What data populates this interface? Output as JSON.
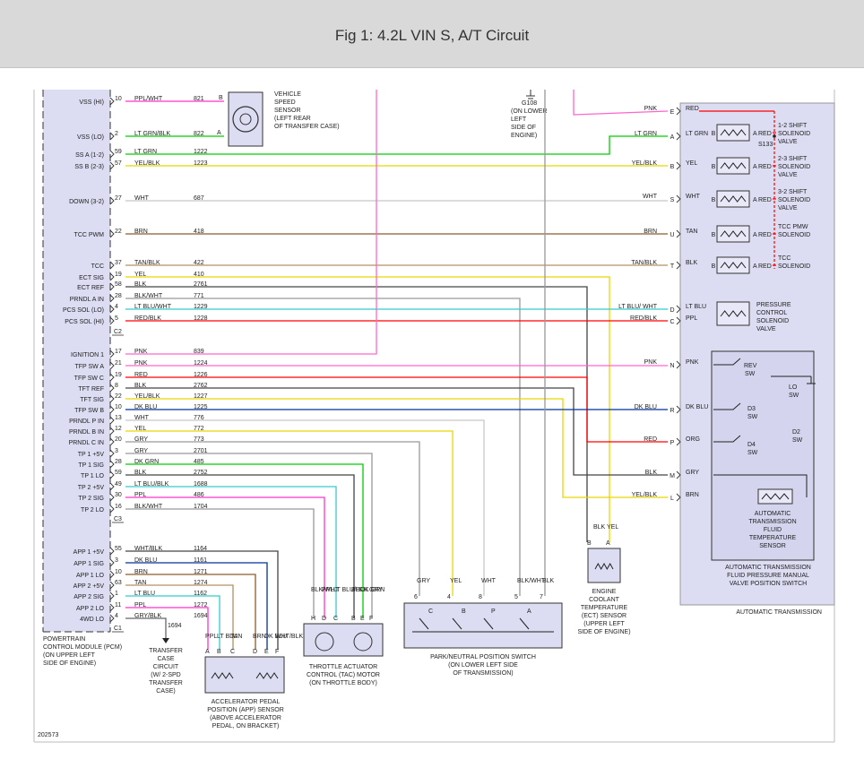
{
  "title": "Fig 1: 4.2L VIN S, A/T Circuit",
  "figure_id": "202573",
  "colors": {
    "header_bg": "#d9d9d9",
    "pcm_fill": "#dcdcf2",
    "pink": "#ff66cc",
    "red": "#ff0000",
    "green": "#00cc00",
    "yellow": "#e8d800",
    "blue": "#003399",
    "cyan": "#33cccc",
    "magenta": "#ff33cc",
    "gray": "#999999",
    "brown": "#8b5a2b",
    "tan": "#b09060"
  },
  "pcm": {
    "pins": [
      {
        "label": "VSS (HI)",
        "pin": "10",
        "wire": "PPL/WHT",
        "circuit": "821"
      },
      {
        "label": "VSS (LO)",
        "pin": "2",
        "wire": "LT GRN/BLK",
        "circuit": "822"
      },
      {
        "label": "SS A (1-2)",
        "pin": "59",
        "wire": "LT GRN",
        "circuit": "1222"
      },
      {
        "label": "SS B (2-3)",
        "pin": "57",
        "wire": "YEL/BLK",
        "circuit": "1223"
      },
      {
        "label": "DOWN (3-2)",
        "pin": "27",
        "wire": "WHT",
        "circuit": "687"
      },
      {
        "label": "TCC PWM",
        "pin": "22",
        "wire": "BRN",
        "circuit": "418"
      },
      {
        "label": "TCC",
        "pin": "37",
        "wire": "TAN/BLK",
        "circuit": "422"
      },
      {
        "label": "ECT SIG",
        "pin": "19",
        "wire": "YEL",
        "circuit": "410"
      },
      {
        "label": "ECT REF",
        "pin": "58",
        "wire": "BLK",
        "circuit": "2761"
      },
      {
        "label": "PRNDL A IN",
        "pin": "28",
        "wire": "BLK/WHT",
        "circuit": "771"
      },
      {
        "label": "PCS SOL (LO)",
        "pin": "4",
        "wire": "LT BLU/WHT",
        "circuit": "1229"
      },
      {
        "label": "PCS SOL (HI)",
        "pin": "5",
        "wire": "RED/BLK",
        "circuit": "1228"
      },
      {
        "label": "IGNITION 1",
        "pin": "17",
        "wire": "PNK",
        "circuit": "839"
      },
      {
        "label": "TFP SW A",
        "pin": "21",
        "wire": "PNK",
        "circuit": "1224"
      },
      {
        "label": "TFP SW C",
        "pin": "19",
        "wire": "RED",
        "circuit": "1226"
      },
      {
        "label": "TFT REF",
        "pin": "8",
        "wire": "BLK",
        "circuit": "2762"
      },
      {
        "label": "TFT SIG",
        "pin": "22",
        "wire": "YEL/BLK",
        "circuit": "1227"
      },
      {
        "label": "TFP SW B",
        "pin": "10",
        "wire": "DK BLU",
        "circuit": "1225"
      },
      {
        "label": "PRNDL P IN",
        "pin": "13",
        "wire": "WHT",
        "circuit": "776"
      },
      {
        "label": "PRNDL B IN",
        "pin": "12",
        "wire": "YEL",
        "circuit": "772"
      },
      {
        "label": "PRNDL C IN",
        "pin": "20",
        "wire": "GRY",
        "circuit": "773"
      },
      {
        "label": "TP 1 +5V",
        "pin": "3",
        "wire": "GRY",
        "circuit": "2701"
      },
      {
        "label": "TP 1 SIG",
        "pin": "28",
        "wire": "DK GRN",
        "circuit": "485"
      },
      {
        "label": "TP 1 LO",
        "pin": "59",
        "wire": "BLK",
        "circuit": "2752"
      },
      {
        "label": "TP 2 +5V",
        "pin": "49",
        "wire": "LT BLU/BLK",
        "circuit": "1688"
      },
      {
        "label": "TP 2 SIG",
        "pin": "30",
        "wire": "PPL",
        "circuit": "486"
      },
      {
        "label": "TP 2 LO",
        "pin": "16",
        "wire": "BLK/WHT",
        "circuit": "1704"
      },
      {
        "label": "APP 1 +5V",
        "pin": "55",
        "wire": "WHT/BLK",
        "circuit": "1164"
      },
      {
        "label": "APP 1 SIG",
        "pin": "3",
        "wire": "DK BLU",
        "circuit": "1161"
      },
      {
        "label": "APP 1 LO",
        "pin": "10",
        "wire": "BRN",
        "circuit": "1271"
      },
      {
        "label": "APP 2 +5V",
        "pin": "63",
        "wire": "TAN",
        "circuit": "1274"
      },
      {
        "label": "APP 2 SIG",
        "pin": "1",
        "wire": "LT BLU",
        "circuit": "1162"
      },
      {
        "label": "APP 2 LO",
        "pin": "11",
        "wire": "PPL",
        "circuit": "1272"
      },
      {
        "label": "4WD LO",
        "pin": "4",
        "wire": "GRY/BLK",
        "circuit": "1694"
      }
    ],
    "connectors": [
      "C2",
      "C3",
      "C1"
    ],
    "caption": [
      "POWERTRAIN",
      "CONTROL MODULE (PCM)",
      "(ON UPPER LEFT",
      "SIDE OF ENGINE)"
    ]
  },
  "vss": {
    "pins": [
      "B",
      "A"
    ],
    "caption": [
      "VEHICLE",
      "SPEED",
      "SENSOR",
      "(LEFT REAR",
      "OF TRANSFER CASE)"
    ]
  },
  "ground": {
    "name": "G108",
    "caption": [
      "(ON LOWER",
      "LEFT",
      "SIDE OF",
      "ENGINE)"
    ]
  },
  "transmission": {
    "pins": [
      {
        "pin": "E",
        "wire": "PNK",
        "inner": "RED"
      },
      {
        "pin": "A",
        "wire": "LT GRN",
        "inner": "LT GRN"
      },
      {
        "pin": "B",
        "wire": "YEL/BLK",
        "inner": "YEL"
      },
      {
        "pin": "S",
        "wire": "WHT",
        "inner": "WHT"
      },
      {
        "pin": "U",
        "wire": "BRN",
        "inner": "TAN"
      },
      {
        "pin": "T",
        "wire": "TAN/BLK",
        "inner": "BLK"
      },
      {
        "pin": "D",
        "wire": "LT BLU/ WHT",
        "inner": "LT BLU"
      },
      {
        "pin": "C",
        "wire": "RED/BLK",
        "inner": "PPL"
      },
      {
        "pin": "N",
        "wire": "PNK",
        "inner": "PNK"
      },
      {
        "pin": "R",
        "wire": "DK BLU",
        "inner": "DK BLU"
      },
      {
        "pin": "P",
        "wire": "RED",
        "inner": "ORG"
      },
      {
        "pin": "M",
        "wire": "BLK",
        "inner": "GRY"
      },
      {
        "pin": "L",
        "wire": "YEL/BLK",
        "inner": "BRN"
      }
    ],
    "solenoids": [
      {
        "name": [
          "1-2 SHIFT",
          "SOLENOID",
          "VALVE"
        ]
      },
      {
        "name": [
          "2-3 SHIFT",
          "SOLENOID",
          "VALVE"
        ]
      },
      {
        "name": [
          "3-2 SHIFT",
          "SOLENOID",
          "VALVE"
        ]
      },
      {
        "name": [
          "TCC PMW",
          "SOLENOID"
        ]
      },
      {
        "name": [
          "TCC",
          "SOLENOID"
        ]
      }
    ],
    "pcs": [
      "PRESSURE",
      "CONTROL",
      "SOLENOID",
      "VALVE"
    ],
    "splice": "S133",
    "inner_red": "RED",
    "switches": [
      "REV",
      "SW",
      "LO",
      "SW",
      "D3",
      "SW",
      "D2",
      "SW",
      "D4",
      "SW"
    ],
    "tft": [
      "AUTOMATIC",
      "TRANSMISSION",
      "FLUID",
      "TEMPERATURE",
      "SENSOR"
    ],
    "tfp_caption": [
      "AUTOMATIC TRANSMISSION",
      "FLUID PRESSURE MANUAL",
      "VALVE POSITION SWITCH"
    ],
    "caption": "AUTOMATIC TRANSMISSION"
  },
  "ect": {
    "wires": [
      "BLK",
      "YEL"
    ],
    "pins": [
      "B",
      "A"
    ],
    "caption": [
      "ENGINE",
      "COOLANT",
      "TEMPERATURE",
      "(ECT) SENSOR",
      "(UPPER LEFT",
      "SIDE OF ENGINE)"
    ]
  },
  "pnp": {
    "wires": [
      "GRY",
      "YEL",
      "WHT",
      "BLK/WHT",
      "BLK"
    ],
    "pins": [
      "6",
      "4",
      "8",
      "5",
      "7"
    ],
    "switch_labels": [
      "C",
      "B",
      "P",
      "A"
    ],
    "caption": [
      "PARK/NEUTRAL POSITION SWITCH",
      "(ON LOWER LEFT SIDE",
      "OF TRANSMISSION)"
    ]
  },
  "tac": {
    "wires": [
      "BLK/WHT",
      "PPL",
      "LT BLU/BLK",
      "BLK",
      "DK GRN",
      "GRY"
    ],
    "pins": [
      "H",
      "D",
      "C",
      "B",
      "E",
      "F"
    ],
    "caption": [
      "THROTTLE ACTUATOR",
      "CONTROL (TAC) MOTOR",
      "(ON THROTTLE BODY)"
    ]
  },
  "app": {
    "wires": [
      "PPL",
      "LT BLU",
      "TAN",
      "BRN",
      "DK BLU",
      "WHT/BLK"
    ],
    "pins": [
      "A",
      "B",
      "C",
      "D",
      "E",
      "F"
    ],
    "caption": [
      "ACCELERATOR PEDAL",
      "POSITION (APP) SENSOR",
      "(ABOVE ACCELERATOR",
      "PEDAL, ON BRACKET)"
    ]
  },
  "transfer_case": [
    "TRANSFER",
    "CASE",
    "CIRCUIT",
    "(W/ 2-SPD",
    "TRANSFER",
    "CASE)"
  ]
}
